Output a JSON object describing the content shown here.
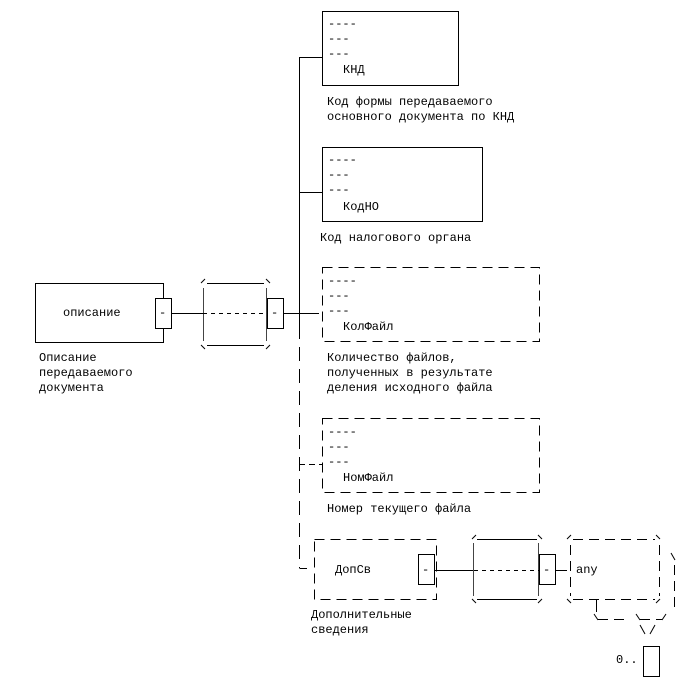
{
  "root": {
    "name": "описание",
    "description": [
      "Описание",
      "передаваемого",
      "документа"
    ]
  },
  "sequence_label": "-.-.-.",
  "elements": [
    {
      "name": "КНД",
      "optional": false,
      "description": [
        "Код формы передаваемого",
        "основного документа по КНД"
      ]
    },
    {
      "name": "КодНО",
      "optional": false,
      "description": [
        "Код налогового органа"
      ]
    },
    {
      "name": "КолФайл",
      "optional": true,
      "description": [
        "Количество файлов,",
        "полученных в результате",
        "деления исходного файла"
      ]
    },
    {
      "name": "НомФайл",
      "optional": true,
      "description": [
        "Номер текущего файла"
      ]
    },
    {
      "name": "ДопСв",
      "optional": true,
      "description": [
        "Дополнительные",
        "сведения"
      ]
    }
  ],
  "attr_marks": [
    "----",
    "---",
    "---"
  ],
  "connector_minus": "-",
  "any_element": {
    "name": "any",
    "cardinality": "0.."
  },
  "colors": {
    "line": "#000000",
    "connector_gray": "#555555"
  }
}
